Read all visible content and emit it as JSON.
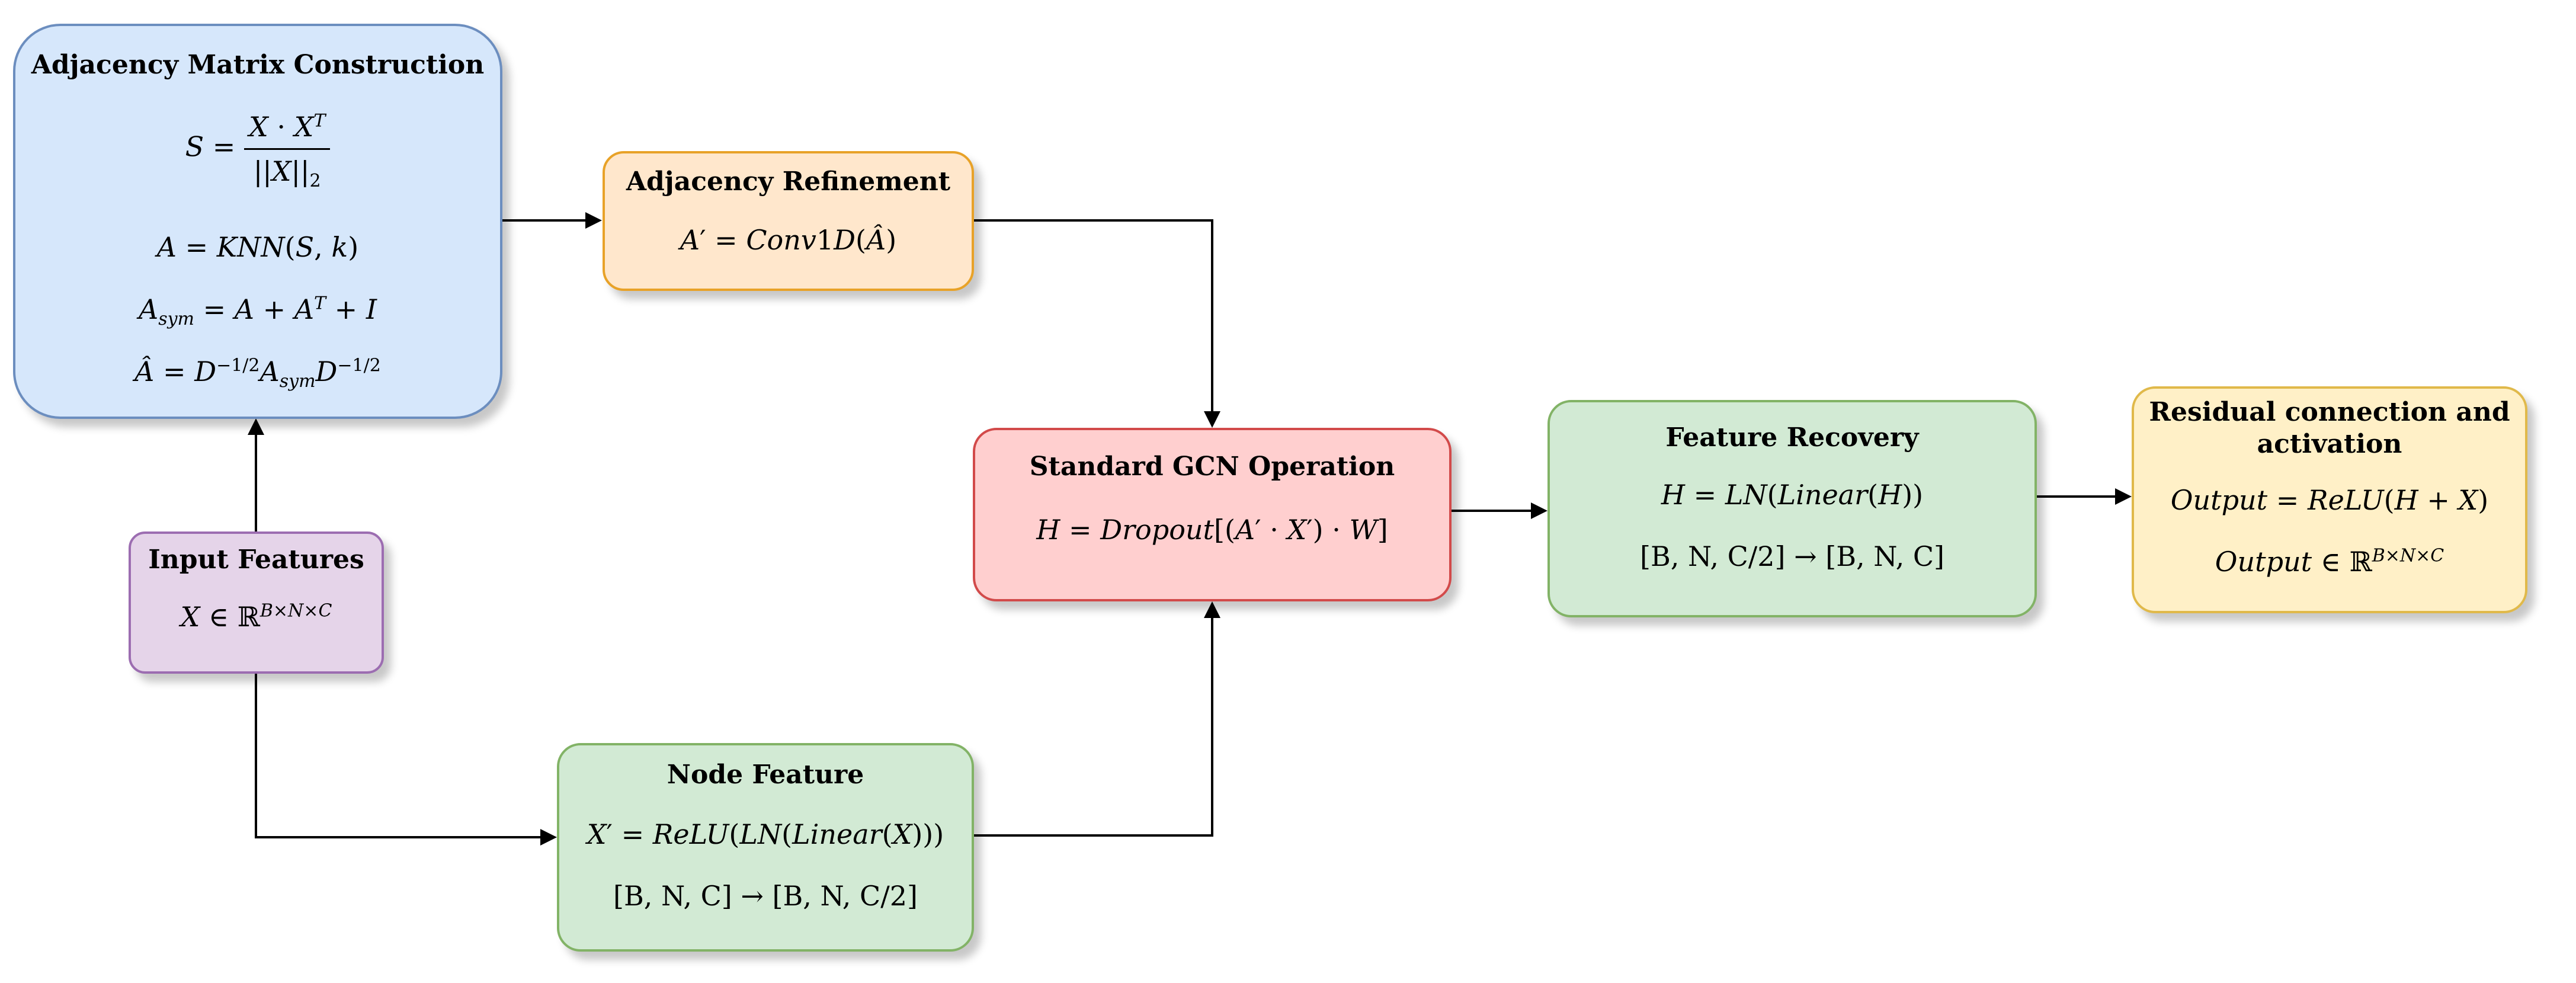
{
  "adjacency_matrix": {
    "title": "Adjacency Matrix Construction",
    "eq_similarity_lhs": "S =",
    "eq_similarity_num": "X · X^T",
    "eq_similarity_den": "||X||₂",
    "eq_knn": "A = KNN(S, k)",
    "eq_sym": "A_sym = A + A^T + I",
    "eq_norm": "Â = D^−1/2 A_sym D^−1/2"
  },
  "adjacency_refinement": {
    "title": "Adjacency Refinement",
    "eq": "A′ = Conv1D(Â)"
  },
  "input_features": {
    "title": "Input Features",
    "eq": "X ∈ ℝ^B×N×C"
  },
  "node_feature": {
    "title": "Node Feature",
    "eq": "X′ = ReLU(LN(Linear(X)))",
    "shape": "[B, N, C] → [B, N, C/2]"
  },
  "gcn": {
    "title": "Standard GCN Operation",
    "eq": "H = Dropout[(A′ · X′) · W]"
  },
  "feature_recovery": {
    "title": "Feature Recovery",
    "eq": "H = LN(Linear(H))",
    "shape": "[B, N, C/2] → [B, N, C]"
  },
  "residual": {
    "title_line1": "Residual connection and",
    "title_line2": "activation",
    "eq": "Output = ReLU(H + X)",
    "shape": "Output ∈ ℝ^B×N×C"
  },
  "colors": {
    "edge": "#000000"
  }
}
